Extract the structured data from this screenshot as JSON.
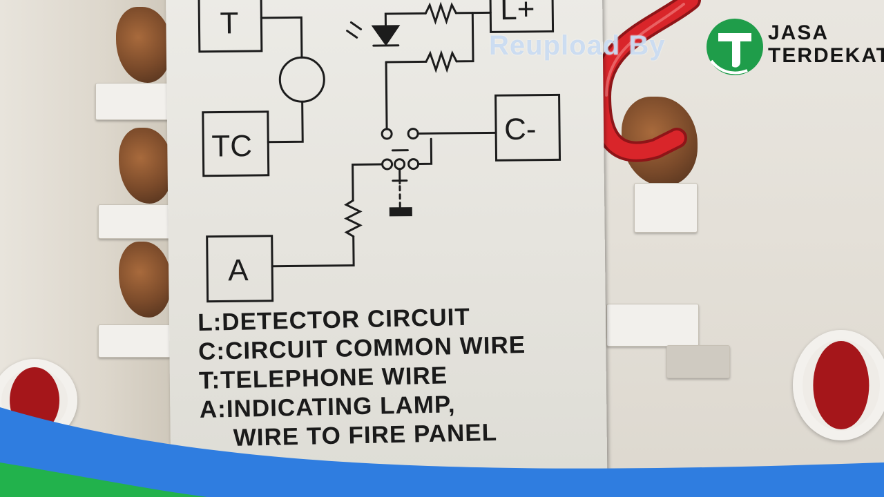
{
  "diagram": {
    "terminals": {
      "t": "T",
      "tc": "TC",
      "l_plus": "L+",
      "c_minus": "C-",
      "a": "A"
    },
    "icons": [
      "phone-icon",
      "led-icon",
      "resistor-icon",
      "switch-icon",
      "ground-icon"
    ]
  },
  "legend": {
    "line1": "L:DETECTOR CIRCUIT",
    "line2": "C:CIRCUIT COMMON WIRE",
    "line3": "T:TELEPHONE WIRE",
    "line4": "A:INDICATING LAMP,",
    "line5": "WIRE TO FIRE PANEL"
  },
  "watermark": "Reupload By",
  "logo": {
    "line1": "JASA",
    "line2": "TERDEKAT"
  },
  "colors": {
    "accent_blue": "#2f7de0",
    "accent_green": "#22b24c",
    "logo_green": "#1f9d4a",
    "wire_red": "#d9252a",
    "plug_red": "#a5161a"
  }
}
